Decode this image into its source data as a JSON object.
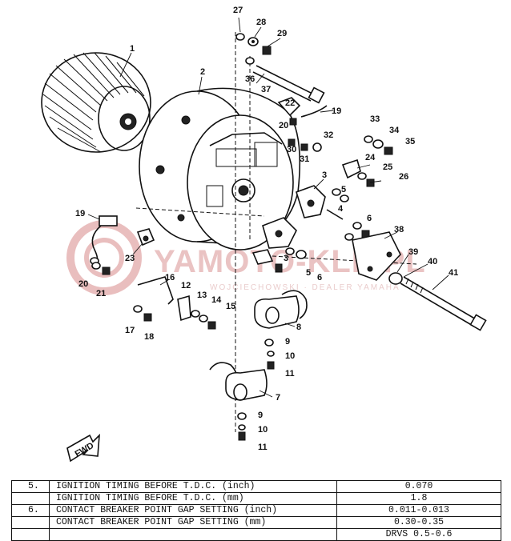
{
  "callouts": [
    "27",
    "28",
    "29",
    "1",
    "2",
    "36",
    "37",
    "22",
    "19",
    "20",
    "30",
    "31",
    "32",
    "33",
    "34",
    "35",
    "24",
    "25",
    "26",
    "3",
    "5",
    "4",
    "6",
    "19",
    "23",
    "20",
    "21",
    "16",
    "12",
    "13",
    "14",
    "15",
    "17",
    "18",
    "3",
    "5",
    "6",
    "38",
    "39",
    "40",
    "41",
    "8",
    "9",
    "10",
    "11",
    "7",
    "9",
    "10",
    "11"
  ],
  "fwd_label": "FWD",
  "watermark": {
    "logo": "YAMOTO-KLE.PL",
    "subtitle": "WOJCIECHOWSKI  ·  DEALER YAMAHA"
  },
  "spec_rows": [
    {
      "no": "5.",
      "description": "IGNITION TIMING BEFORE T.D.C. (inch)",
      "value": "0.070"
    },
    {
      "no": "",
      "description": "IGNITION TIMING BEFORE T.D.C. (mm)",
      "value": "1.8"
    },
    {
      "no": "6.",
      "description": "CONTACT BREAKER POINT GAP SETTING (inch)",
      "value": "0.011-0.013"
    },
    {
      "no": "",
      "description": "CONTACT BREAKER POINT GAP SETTING (mm)",
      "value": "0.30-0.35"
    },
    {
      "no": "",
      "description": "",
      "value": "DRVS  0.5-0.6"
    }
  ]
}
